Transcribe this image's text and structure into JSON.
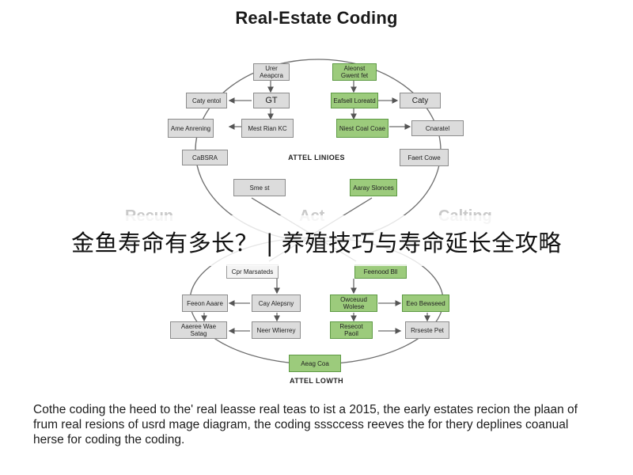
{
  "title": "Real-Estate Coding",
  "banner": "金鱼寿命有多长？ | 养殖技巧与寿命延长全攻略",
  "labels": {
    "upper_center": "ATTEL LINIOES",
    "lower_center": "ATTEL LOWTH",
    "left_faded": "Recun",
    "center_faded": "Act",
    "right_faded": "Calting"
  },
  "nodes": {
    "top_left": "Urer Aeapcra",
    "top_right": "Aleonst Gwent fet",
    "l_row2_a": "Caty entol",
    "l_row2_b": "GT",
    "r_row2_a": "Eafsell Loreatd",
    "r_row2_b": "Caty",
    "l_row3_a": "Ame Anrening",
    "l_row3_b": "Mest Rian KC",
    "r_row3_a": "Niest Coal Coae",
    "r_row3_b": "Cnaratel",
    "l_row4": "CaBSRA",
    "r_row4": "Faert Cowe",
    "l_row5": "Sme st",
    "r_row5": "Aaray Slonces",
    "l_mid_header": "Cpr Marsateds",
    "r_mid_header": "Feenood Bll",
    "l_row7_a": "Feeon Aaare",
    "l_row7_b": "Cay Alepsny",
    "r_row7_a": "Owceuud Wolese",
    "r_row7_b": "Eeo Bewseed",
    "l_row8_a": "Aaeree Wae Satag",
    "l_row8_b": "Neer Wlierrey",
    "r_row8_a": "Resecot Paoil",
    "r_row8_b": "Rrseste Pet",
    "bottom": "Aeag Coa"
  },
  "caption": "Cothe coding the heed to the' real leasse real teas to ist a 2015, the early estates recion the plaan of frum real resions of usrd mage diagram, the coding sssccess reeves the for thery deplines coanual herse for coding the coding."
}
